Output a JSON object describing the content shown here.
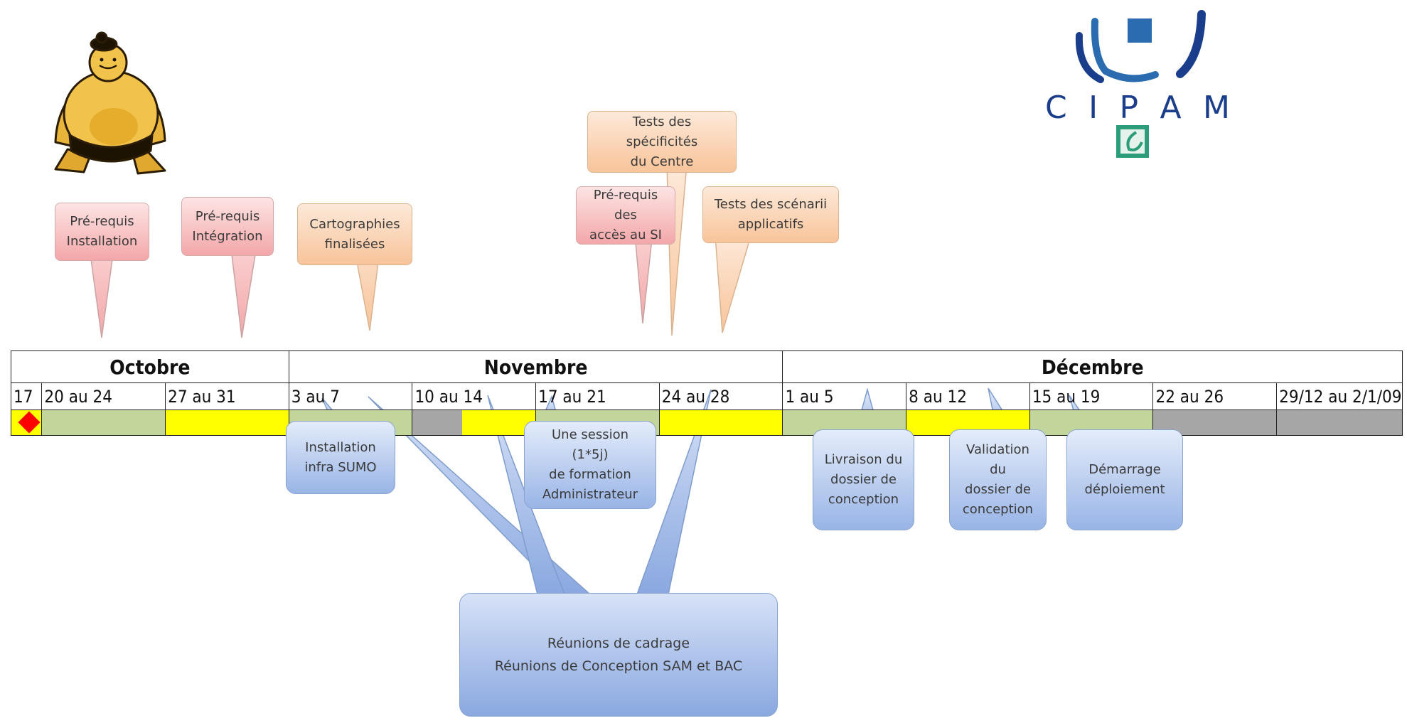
{
  "timeline": {
    "months": [
      "Octobre",
      "Novembre",
      "Décembre"
    ],
    "weeks": [
      "17",
      "20 au 24",
      "27 au 31",
      "3 au 7",
      "10 au 14",
      "17 au 21",
      "24 au 28",
      "1 au 5",
      "8 au 12",
      "15 au 19",
      "22 au 26",
      "29/12 au 2/1/09"
    ],
    "status_colors": {
      "green": "#c2d69b",
      "yellow": "#ffff00",
      "grey": "#a6a6a6",
      "milestone": "#ff0000"
    }
  },
  "callouts_top": {
    "prereq_installation": "Pré-requis\nInstallation",
    "prereq_integration": "Pré-requis\nIntégration",
    "cartographies": "Cartographies\nfinalisées",
    "prereq_acces": "Pré-requis  des\naccès au SI",
    "tests_specificites": "Tests des spécificités\ndu Centre",
    "tests_scenarii": "Tests des scénarii\napplicatifs"
  },
  "callouts_bottom": {
    "installation_infra": "Installation\ninfra SUMO",
    "session_formation": "Une session  (1*5j)\nde formation\nAdministrateur",
    "livraison": "Livraison du\ndossier de\nconception",
    "validation": "Validation du\ndossier de\nconception",
    "demarrage": "Démarrage\ndéploiement",
    "reunions": "Réunions de cadrage\nRéunions de Conception SAM et BAC"
  },
  "logo": {
    "letters": [
      "C",
      "I",
      "P",
      "A",
      "M"
    ],
    "colors": {
      "blue_dark": "#1b3e8c",
      "blue_light": "#2b6cb0",
      "teal": "#2c9d7a"
    }
  },
  "mascot": {
    "icon": "sumo-wrestler-icon"
  }
}
